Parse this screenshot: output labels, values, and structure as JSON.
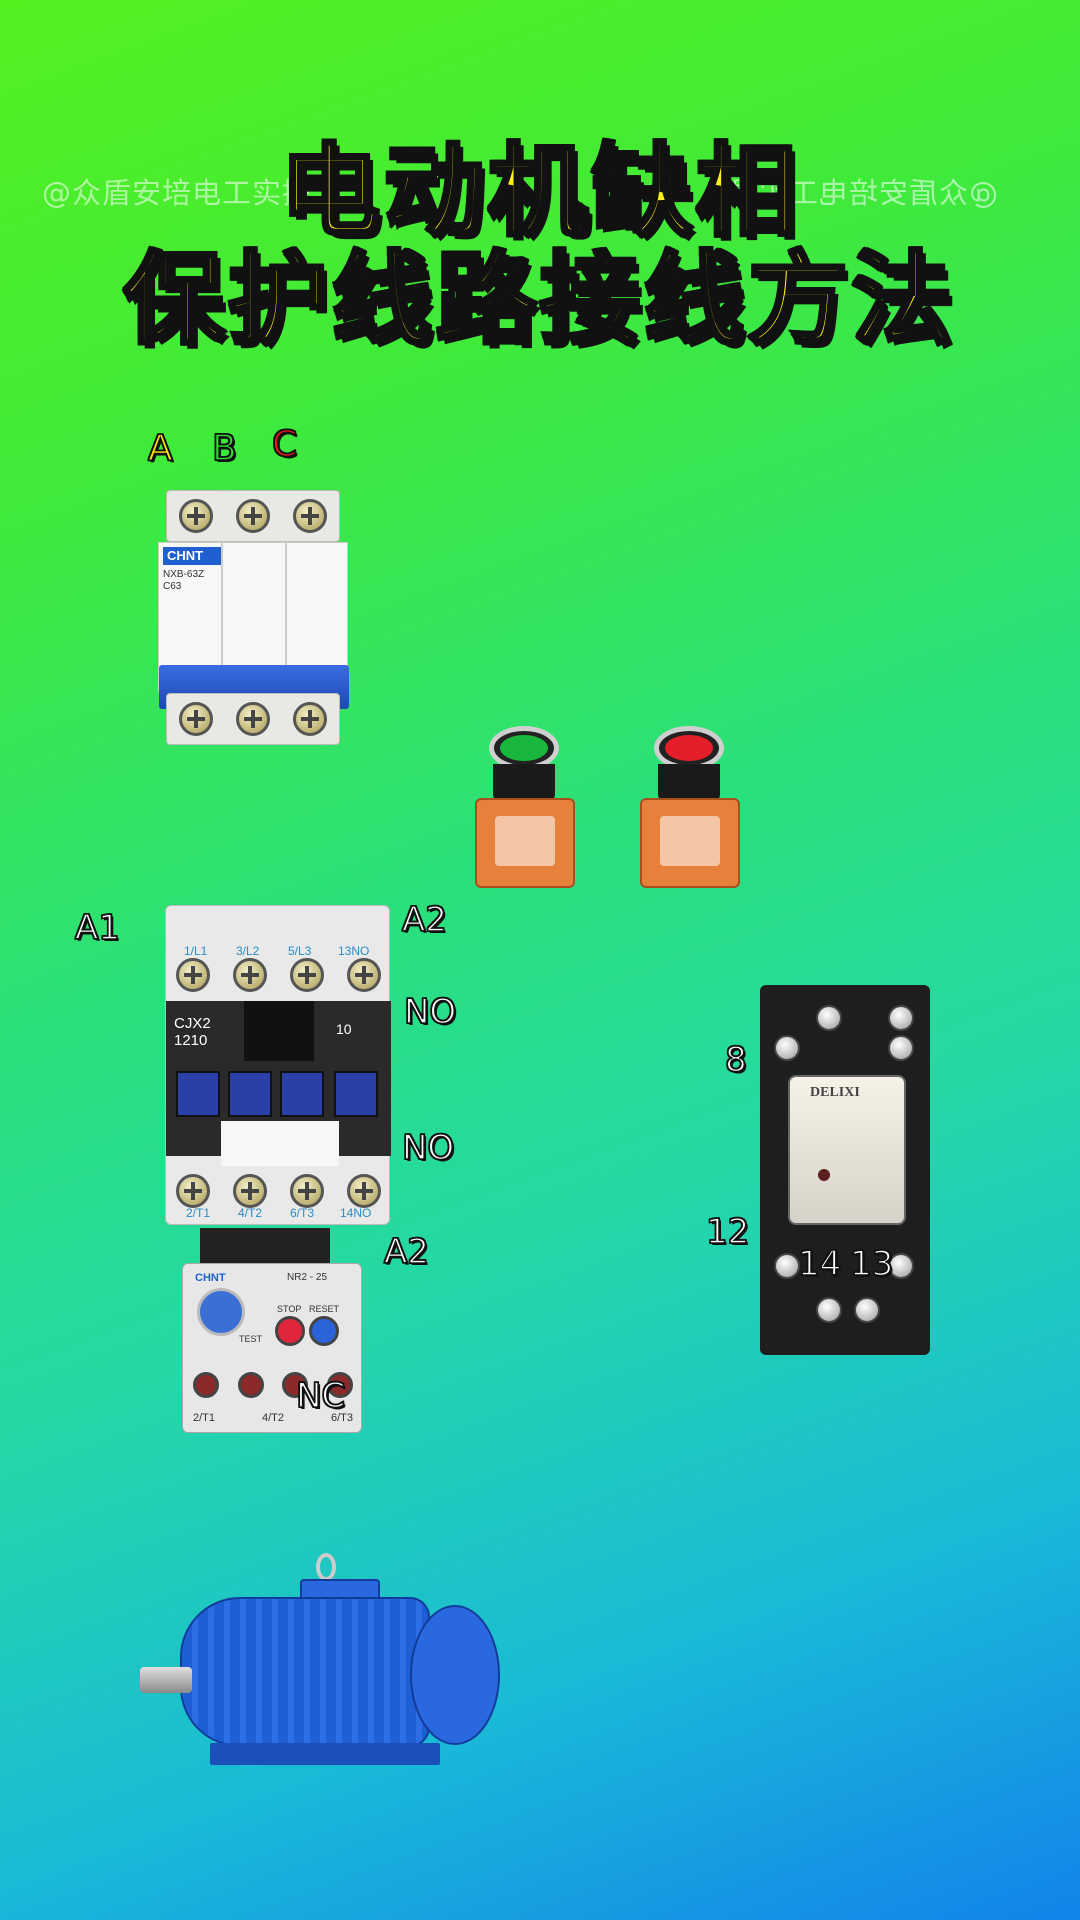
{
  "watermark": {
    "left": "@众盾安培电工实操",
    "right": "@众盾安培电工实操"
  },
  "title": {
    "line1": "电动机缺相",
    "line2": "保护线路接线方法"
  },
  "breaker": {
    "phases": [
      "A",
      "B",
      "C"
    ],
    "phase_colors": [
      "#ffe600",
      "#2fdc2f",
      "#e01818"
    ],
    "brand": "CHNT",
    "model_lines": [
      "NXB-63Z",
      "C63"
    ]
  },
  "buttons": {
    "start_color": "#19b83c",
    "stop_color": "#e41e2a"
  },
  "contactor": {
    "left_label": "A1",
    "right_top_label": "A2",
    "no_top_label": "NO",
    "no_bottom_label": "NO",
    "terminal_top": [
      "1/L1",
      "3/L2",
      "5/L3",
      "13NO"
    ],
    "terminal_bottom": [
      "2/T1",
      "4/T2",
      "6/T3",
      "14NO"
    ],
    "model_lines": [
      "CJX2",
      "1210"
    ],
    "aux": "10"
  },
  "overload": {
    "a2_label": "A2",
    "nc_label": "NC",
    "brand": "CHNT",
    "model": "NR2 - 25",
    "stop": "STOP",
    "reset": "RESET",
    "test": "TEST",
    "terminals": [
      "2/T1",
      "4/T2",
      "6/T3"
    ]
  },
  "relay": {
    "brand": "DELIXI",
    "label_8": "8",
    "label_12": "12",
    "label_14": "14",
    "label_13": "13"
  }
}
